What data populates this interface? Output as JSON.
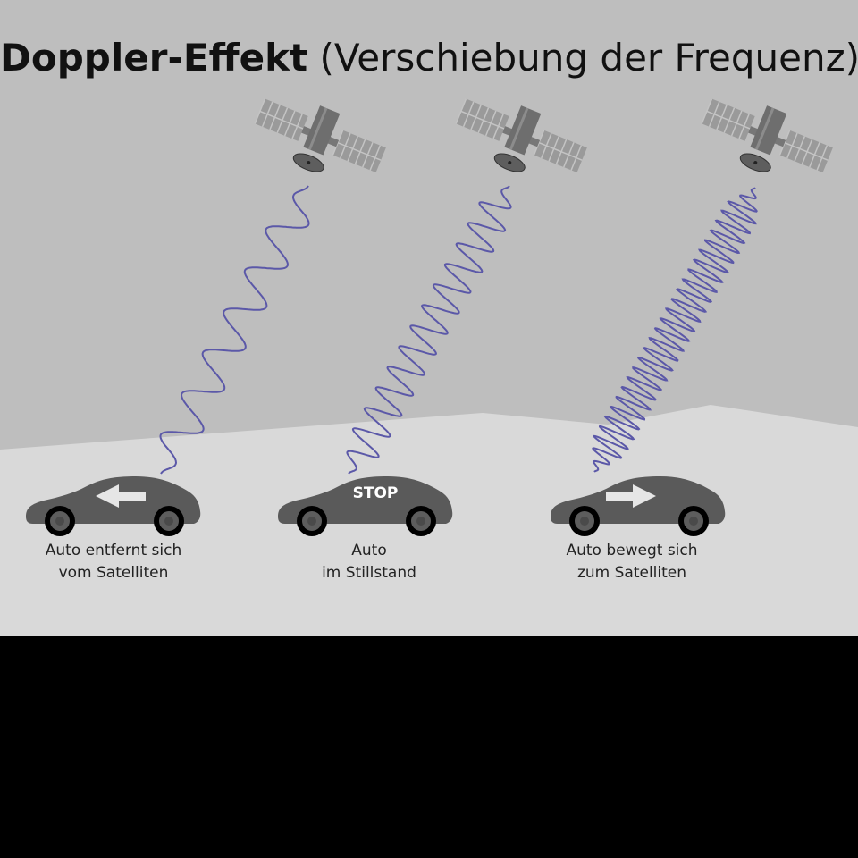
{
  "title": {
    "bold": "Doppler-Effekt",
    "rest": " (Verschiebung der Frequenz)"
  },
  "cars": [
    {
      "caption_line1": "Auto entfernt sich",
      "caption_line2": "vom Satelliten",
      "arrow": "left"
    },
    {
      "caption_line1": "Auto",
      "caption_line2": "im Stillstand",
      "label": "STOP"
    },
    {
      "caption_line1": "Auto bewegt sich",
      "caption_line2": "zum Satelliten",
      "arrow": "right"
    }
  ],
  "colors": {
    "sky": "#bebebe",
    "ground": "#d9d9d9",
    "car": "#5a5a5a",
    "wave": "#5b58a8"
  }
}
